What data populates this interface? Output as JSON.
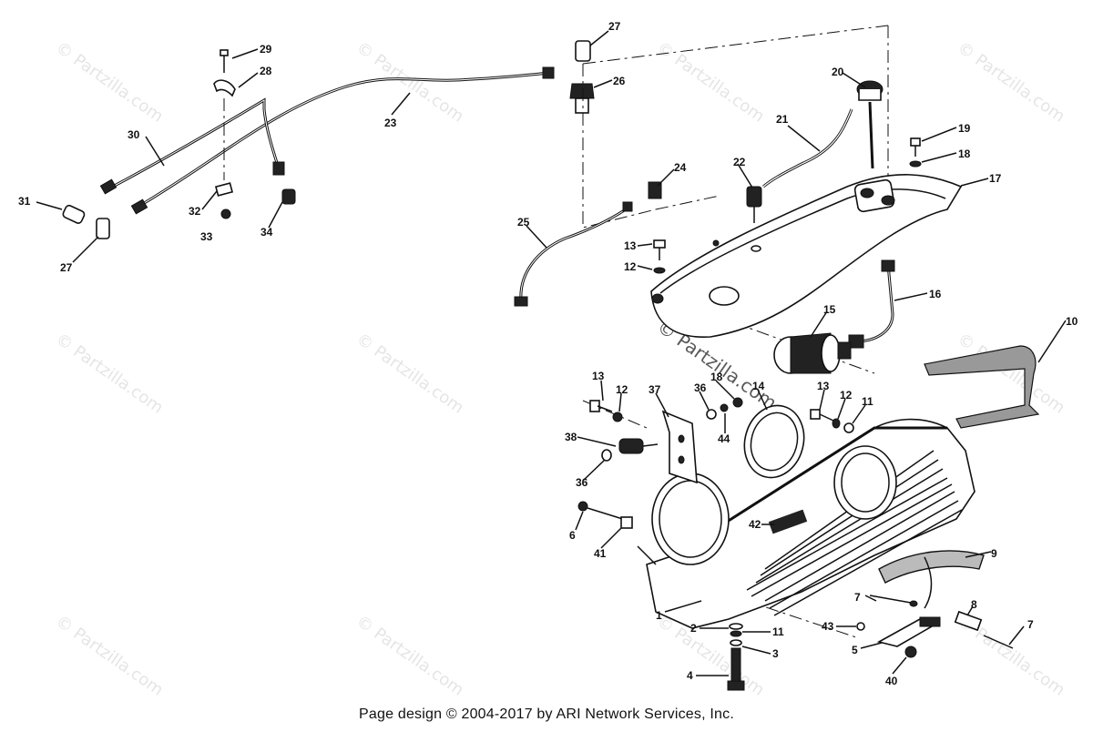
{
  "footer_text": "Page design © 2004-2017 by ARI Network Services, Inc.",
  "watermark_text": "© Partzilla.com",
  "part_numbers": [
    "1",
    "2",
    "3",
    "4",
    "5",
    "6",
    "7",
    "8",
    "9",
    "10",
    "11",
    "12",
    "13",
    "14",
    "15",
    "16",
    "17",
    "18",
    "19",
    "20",
    "21",
    "22",
    "23",
    "24",
    "25",
    "26",
    "27",
    "28",
    "29",
    "30",
    "31",
    "32",
    "33",
    "34",
    "36",
    "37",
    "38",
    "40",
    "41",
    "42",
    "43",
    "44"
  ],
  "labels": {
    "l29": "29",
    "l28": "28",
    "l30": "30",
    "l23": "23",
    "l27a": "27",
    "l26": "26",
    "l31": "31",
    "l32": "32",
    "l33": "33",
    "l34": "34",
    "l27b": "27",
    "l20": "20",
    "l21": "21",
    "l19": "19",
    "l18a": "18",
    "l17": "17",
    "l22": "22",
    "l24": "24",
    "l25": "25",
    "l13a": "13",
    "l12a": "12",
    "l16": "16",
    "l15": "15",
    "l10": "10",
    "l13b": "13",
    "l12b": "12",
    "l37": "37",
    "l36a": "36",
    "l18b": "18",
    "l44": "44",
    "l14": "14",
    "l13c": "13",
    "l12c": "12",
    "l11a": "11",
    "l38": "38",
    "l36b": "36",
    "l6": "6",
    "l41": "41",
    "l42": "42",
    "l9": "9",
    "l7a": "7",
    "l8": "8",
    "l7b": "7",
    "l1": "1",
    "l2": "2",
    "l11b": "11",
    "l43": "43",
    "l3": "3",
    "l5": "5",
    "l4": "4",
    "l40": "40"
  }
}
